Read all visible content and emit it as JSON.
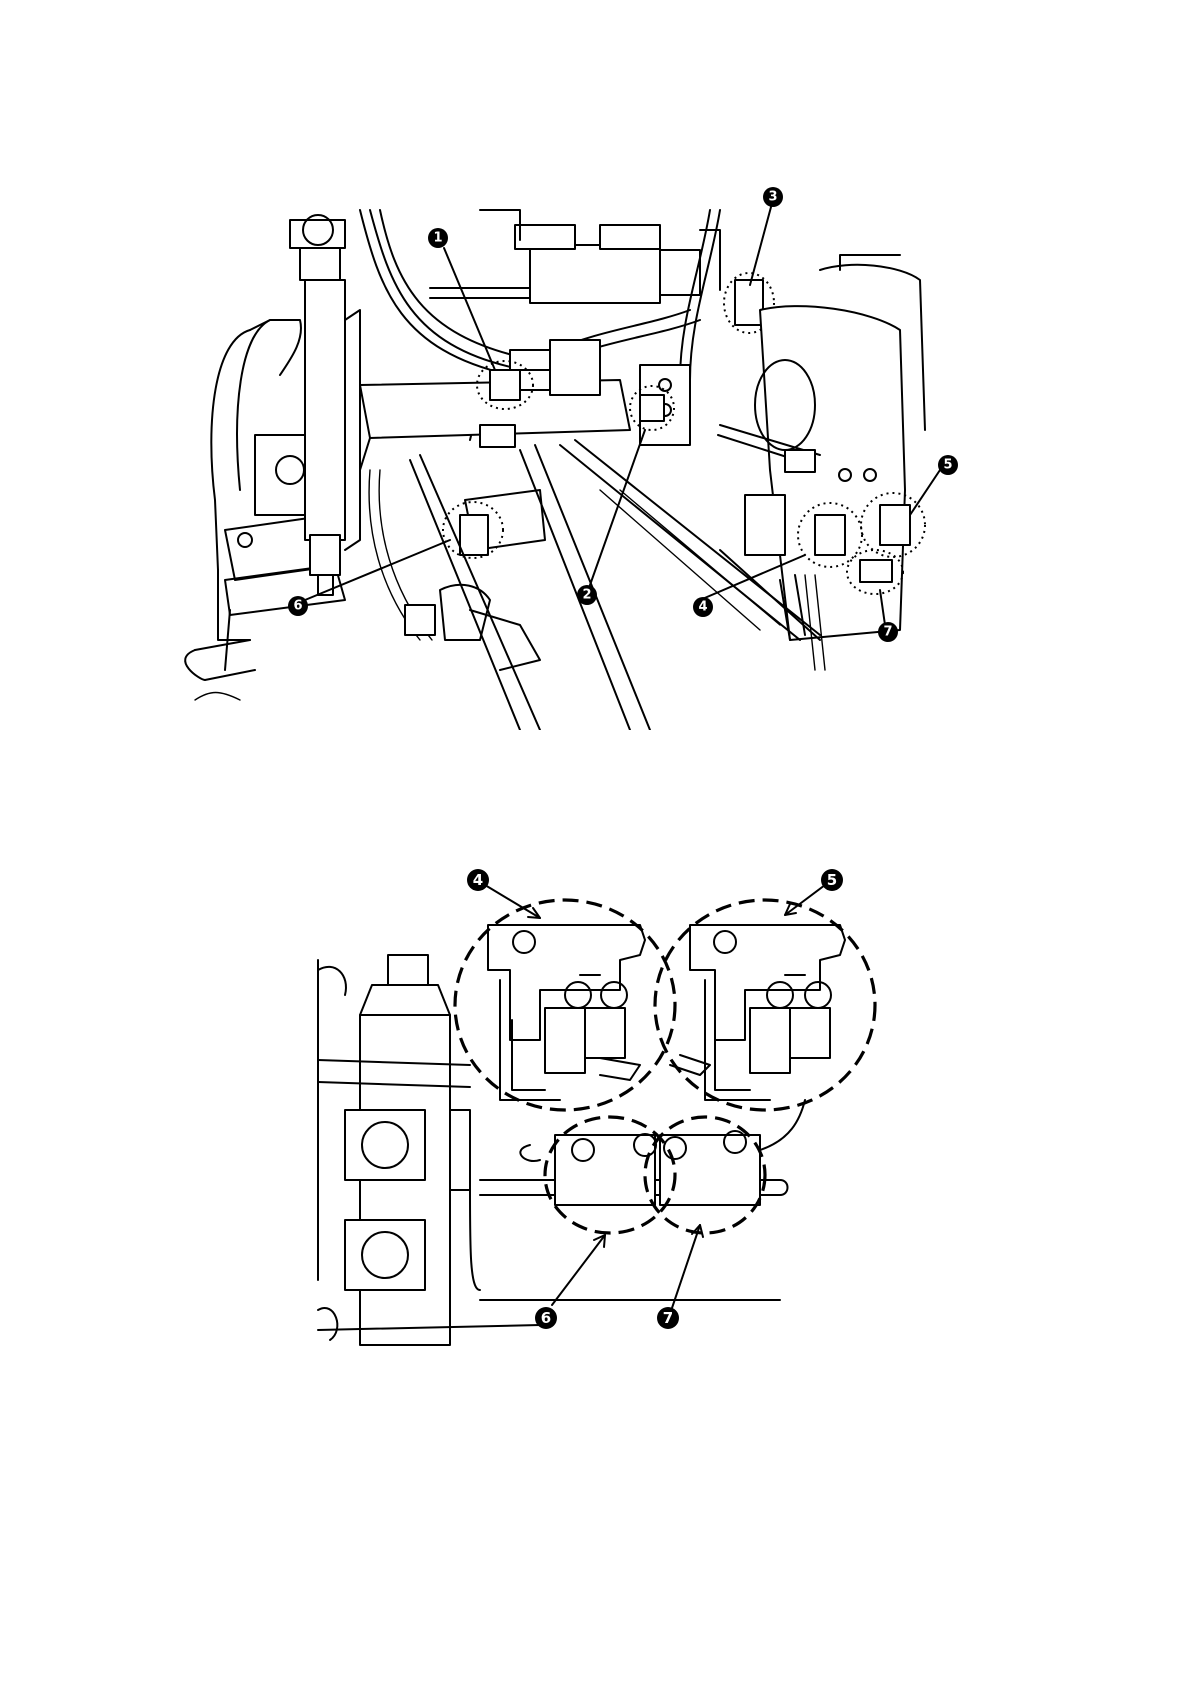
{
  "figure_top": {
    "callouts": [
      {
        "id": "1",
        "label": "❶"
      },
      {
        "id": "2",
        "label": "❷"
      },
      {
        "id": "3",
        "label": "❸"
      },
      {
        "id": "4",
        "label": "❹"
      },
      {
        "id": "5",
        "label": "❺"
      },
      {
        "id": "6",
        "label": "❻"
      },
      {
        "id": "7",
        "label": "❼"
      }
    ]
  },
  "figure_detail": {
    "callouts": [
      {
        "id": "4",
        "label": "❹"
      },
      {
        "id": "5",
        "label": "❺"
      },
      {
        "id": "6",
        "label": "❻"
      },
      {
        "id": "7",
        "label": "❼"
      }
    ]
  }
}
